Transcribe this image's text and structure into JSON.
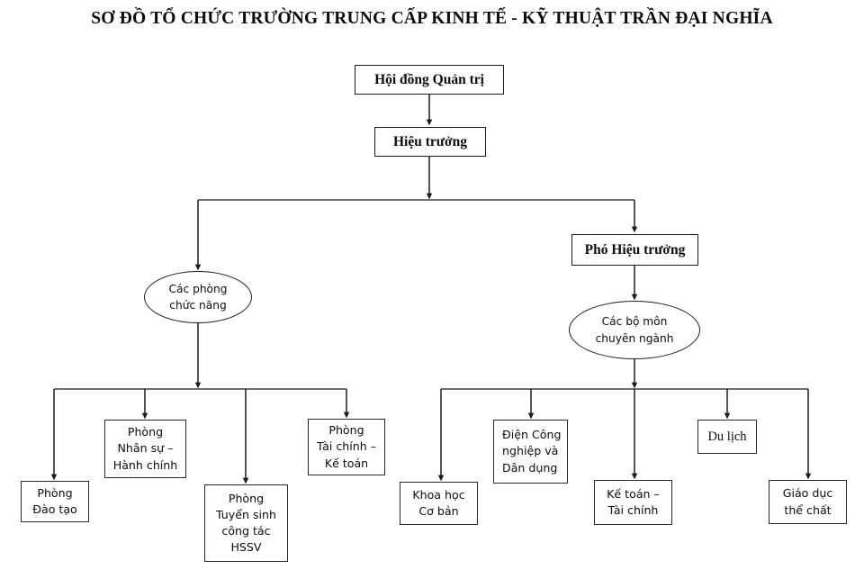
{
  "chart": {
    "title": "SƠ ĐỒ TỔ CHỨC TRƯỜNG TRUNG CẤP KINH TẾ - KỸ THUẬT TRẦN ĐẠI NGHĨA",
    "type": "org-chart",
    "stroke_color": "#222222",
    "text_color": "#0d0d0d",
    "background": "#ffffff"
  },
  "nodes": {
    "board": {
      "label": "Hội đồng Quản trị",
      "shape": "rect",
      "level": 0
    },
    "principal": {
      "label": "Hiệu trưởng",
      "shape": "rect",
      "level": 1
    },
    "vice_principal": {
      "label": "Phó Hiệu trưởng",
      "shape": "rect",
      "level": 2
    },
    "functional_group": {
      "label": "Các phòng\nchức năng",
      "shape": "ellipse",
      "level": 3
    },
    "specialized_group": {
      "label": "Các bộ môn\nchuyên ngành",
      "shape": "ellipse",
      "level": 3
    }
  },
  "functional_departments": [
    {
      "label": "Phòng\nĐào tạo",
      "align": "center"
    },
    {
      "label": "Phòng\nNhân sự –\nHành chính",
      "align": "center"
    },
    {
      "label": "Phòng\nTuyển sinh\ncông tác\nHSSV",
      "align": "center"
    },
    {
      "label": "Phòng\nTài chính –\nKế toán",
      "align": "center"
    }
  ],
  "specialized_departments": [
    {
      "label": "Khoa học\nCơ bản",
      "align": "center"
    },
    {
      "label": "Điện Công\nnghiệp và\nDân dụng",
      "align": "left"
    },
    {
      "label": "Kế toán –\nTài chính",
      "align": "center"
    },
    {
      "label": "Du lịch",
      "align": "center"
    },
    {
      "label": "Giáo dục\nthể chất",
      "align": "center"
    }
  ],
  "edges": [
    {
      "from": "board",
      "to": "principal"
    },
    {
      "from": "principal",
      "to": "functional_group"
    },
    {
      "from": "principal",
      "to": "vice_principal"
    },
    {
      "from": "vice_principal",
      "to": "specialized_group"
    },
    {
      "from": "functional_group",
      "to": "functional_departments"
    },
    {
      "from": "specialized_group",
      "to": "specialized_departments"
    }
  ]
}
